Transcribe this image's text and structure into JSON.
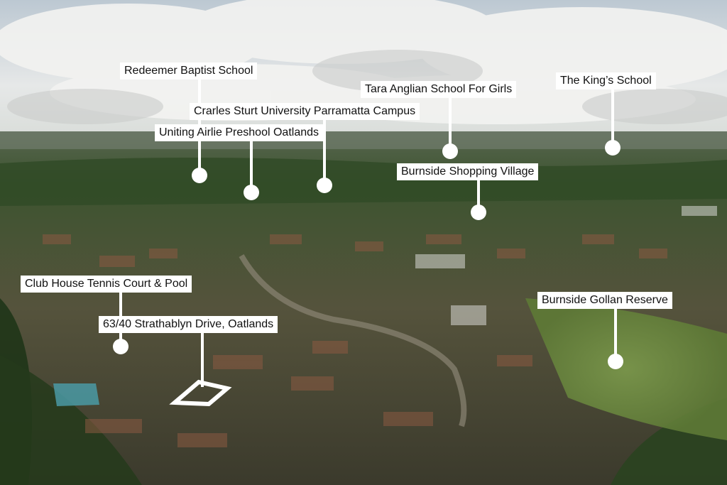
{
  "labels": {
    "redeemer": "Redeemer Baptist School",
    "tara": "Tara Anglian School For Girls",
    "kings": "The King’s School",
    "csu": "Crarles Sturt University Parramatta Campus",
    "uniting": "Uniting Airlie Preshool Oatlands",
    "burnside_shopping": "Burnside Shopping Village",
    "club_house": "Club House Tennis Court & Pool",
    "property": "63/40 Strathablyn Drive, Oatlands",
    "gollan": "Burnside Gollan Reserve"
  },
  "colors": {
    "sky": "#dfe4e8",
    "cloud": "#f4f4f2",
    "forest": "#3d5a2e",
    "suburb": "#6b6048",
    "label_bg": "#ffffff",
    "label_text": "#111111"
  }
}
